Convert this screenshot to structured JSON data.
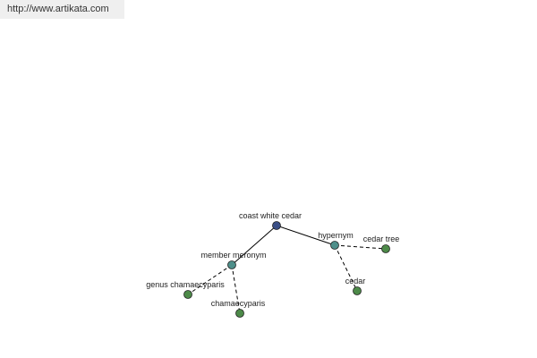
{
  "header": {
    "url": "http://www.artikata.com"
  },
  "graph": {
    "colors": {
      "root": "#3b4f86",
      "relation": "#4f8f8a",
      "leaf": "#4d8a49",
      "edge": "#000000"
    },
    "nodes": [
      {
        "id": "root",
        "label": "coast white cedar",
        "kind": "root"
      },
      {
        "id": "member-meronym",
        "label": "member meronym",
        "kind": "relation"
      },
      {
        "id": "hypernym",
        "label": "hypernym",
        "kind": "relation"
      },
      {
        "id": "genus",
        "label": "genus chamaecyparis",
        "kind": "leaf"
      },
      {
        "id": "chamaecyparis",
        "label": "chamaecyparis",
        "kind": "leaf"
      },
      {
        "id": "cedar",
        "label": "cedar",
        "kind": "leaf"
      },
      {
        "id": "cedar-tree",
        "label": "cedar tree",
        "kind": "leaf"
      }
    ],
    "edges": [
      {
        "from": "root",
        "to": "member-meronym",
        "style": "solid"
      },
      {
        "from": "root",
        "to": "hypernym",
        "style": "solid"
      },
      {
        "from": "member-meronym",
        "to": "genus",
        "style": "dashed"
      },
      {
        "from": "member-meronym",
        "to": "chamaecyparis",
        "style": "dashed"
      },
      {
        "from": "hypernym",
        "to": "cedar",
        "style": "dashed"
      },
      {
        "from": "hypernym",
        "to": "cedar-tree",
        "style": "dashed"
      }
    ]
  }
}
